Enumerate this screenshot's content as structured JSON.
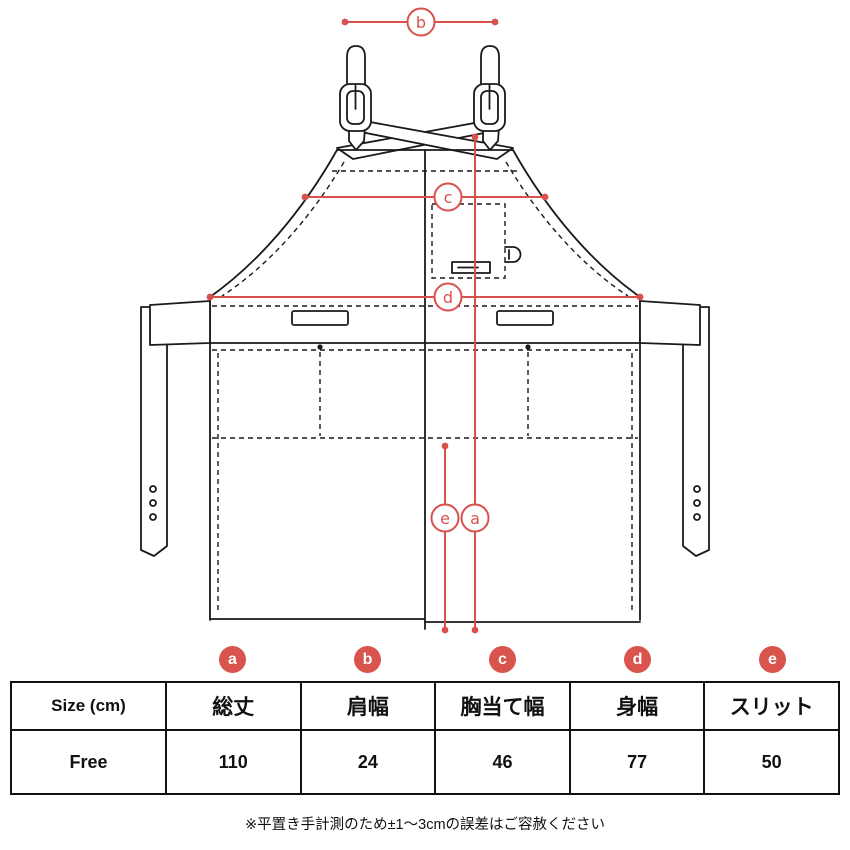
{
  "diagram": {
    "accent_color": "#d9514c",
    "measure_labels": {
      "a": "a",
      "b": "b",
      "c": "c",
      "d": "d",
      "e": "e"
    }
  },
  "badges": [
    "a",
    "b",
    "c",
    "d",
    "e"
  ],
  "size_table": {
    "headers": [
      "Size (cm)",
      "総丈",
      "肩幅",
      "胸当て幅",
      "身幅",
      "スリット"
    ],
    "rows": [
      [
        "Free",
        "110",
        "24",
        "46",
        "77",
        "50"
      ]
    ]
  },
  "footnote": "※平置き手計測のため±1〜3cmの誤差はご容赦ください"
}
